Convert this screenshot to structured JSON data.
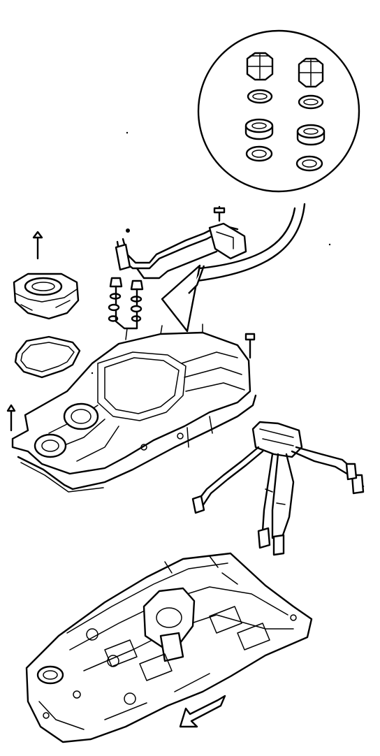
{
  "diagram": {
    "labels": [],
    "colors": {
      "line": "#000000",
      "background": "#ffffff"
    },
    "parts": [
      "detail-callout-circle",
      "fuel-injector-body",
      "injector-o-ring",
      "throttle-body",
      "throttle-body-gasket",
      "fuel-rail",
      "upper-intake-manifold",
      "intake-manifold-gasket",
      "fuel-injector-wiring-harness",
      "lower-intake-manifold",
      "reference-arrow-icon"
    ]
  }
}
